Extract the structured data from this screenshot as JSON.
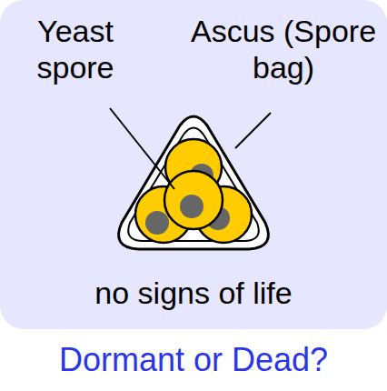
{
  "diagram": {
    "caption": "Dormant or Dead?",
    "labels": [
      "Yeast spore",
      "Ascus (Spore bag)",
      "no signs of life"
    ]
  }
}
